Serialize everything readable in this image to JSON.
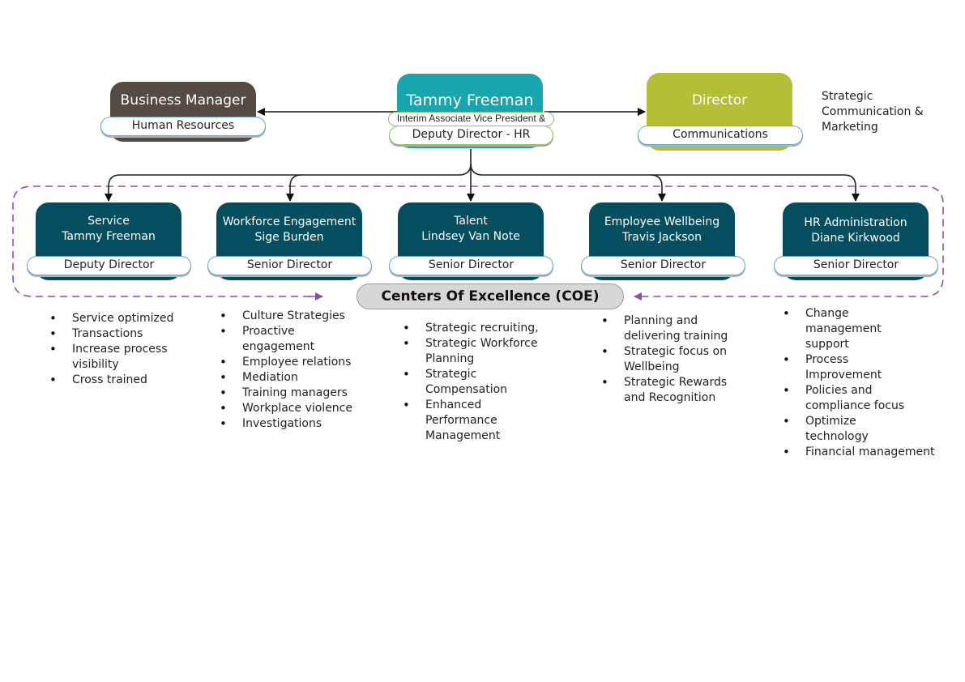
{
  "top": {
    "business_manager": {
      "title": "Business Manager",
      "subtitle": "Human Resources"
    },
    "leader": {
      "name": "Tammy Freeman",
      "role_line1": "Interim Associate Vice President &",
      "role_line2": "Deputy Director - HR"
    },
    "director": {
      "title": "Director",
      "subtitle": "Communications"
    },
    "director_note": [
      "Strategic",
      "Communication &",
      "Marketing"
    ]
  },
  "colors": {
    "business_manager": "#564b42",
    "leader": "#17a6ae",
    "director": "#b4bf36",
    "department": "#044e5f",
    "coe_band": "#d7d7d7",
    "dashed_loop": "#8a4fb0"
  },
  "departments": [
    {
      "area": "Service",
      "name": "Tammy Freeman",
      "title": "Deputy Director",
      "bullets": [
        "Service optimized",
        "Transactions",
        "Increase process visibility",
        "Cross trained"
      ]
    },
    {
      "area": "Workforce Engagement",
      "name": "Sige Burden",
      "title": "Senior Director",
      "bullets": [
        "Culture Strategies",
        "Proactive engagement",
        "Employee relations",
        "Mediation",
        "Training managers",
        "Workplace violence",
        "Investigations"
      ]
    },
    {
      "area": "Talent",
      "name": "Lindsey Van Note",
      "title": "Senior Director",
      "bullets": [
        "Strategic recruiting,",
        "Strategic Workforce Planning",
        "Strategic Compensation",
        "Enhanced Performance Management"
      ]
    },
    {
      "area": "Employee Wellbeing",
      "name": "Travis Jackson",
      "title": "Senior Director",
      "bullets": [
        "Planning and delivering training",
        "Strategic focus on Wellbeing",
        "Strategic Rewards and Recognition"
      ]
    },
    {
      "area": "HR Administration",
      "name": "Diane Kirkwood",
      "title": "Senior Director",
      "bullets": [
        "Change management support",
        "Process Improvement",
        "Policies and compliance focus",
        "Optimize technology",
        "Financial management"
      ]
    }
  ],
  "coe": {
    "label": "Centers Of Excellence (COE)"
  }
}
